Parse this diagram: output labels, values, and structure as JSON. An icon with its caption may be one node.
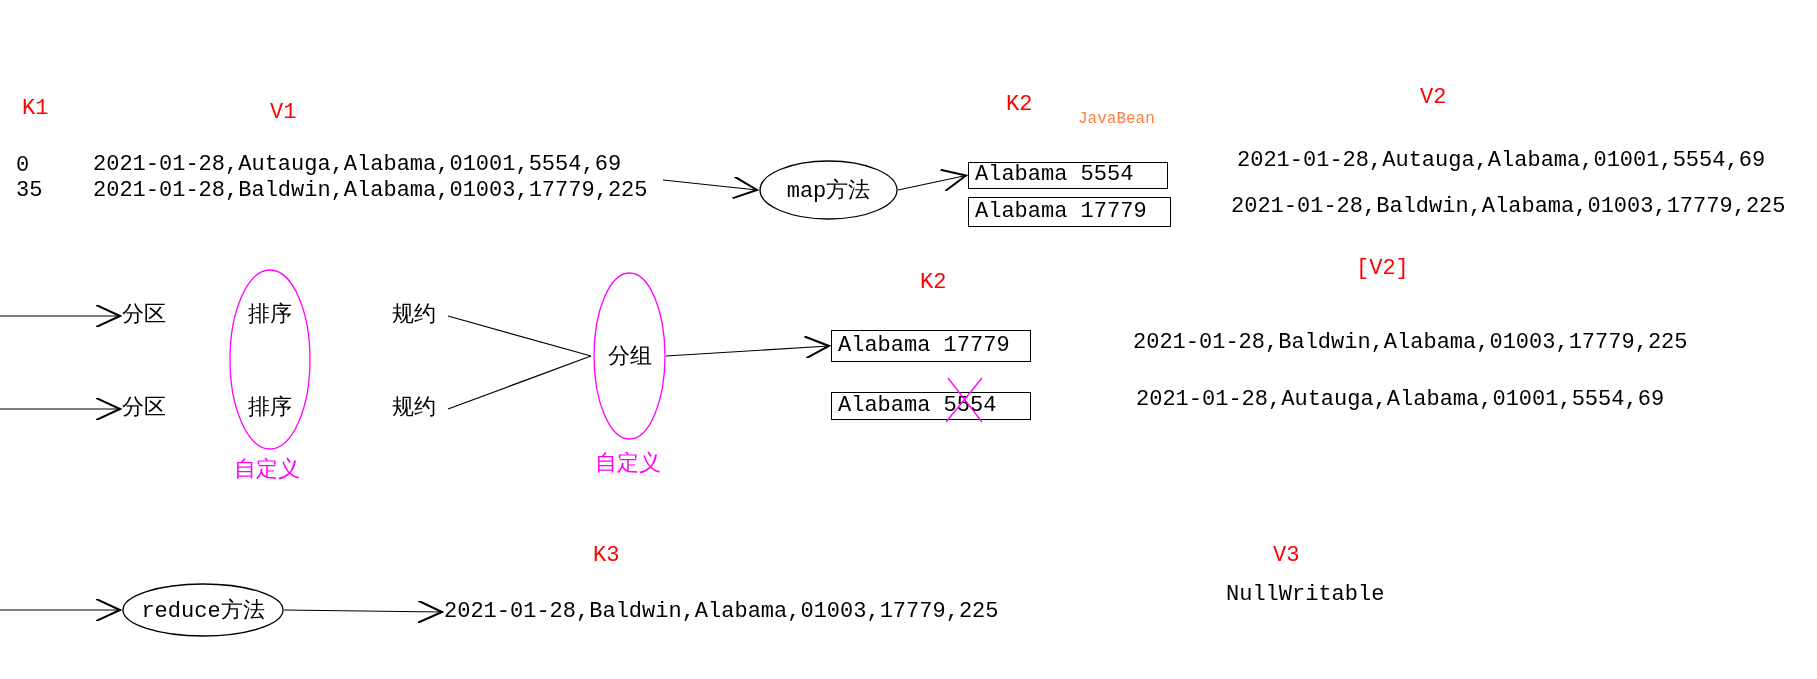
{
  "diagram": {
    "nodes": [
      {
        "text": [
          "2021-01-28,Autauga,Alabama,01001,5554,69",
          "2021-01-28,Baldwin,Alabama,01003,17779,225"
        ]
      },
      {
        "text": [
          "map方法"
        ]
      },
      {
        "text": [
          "Alabama 5554"
        ]
      },
      {
        "text": [
          "Alabama 17779"
        ]
      },
      {
        "text": [
          "分区"
        ]
      },
      {
        "text": [
          "分区"
        ]
      },
      {
        "text": [
          "排序",
          "排序"
        ],
        "beside": [
          "自定义"
        ]
      },
      {
        "text": [
          "规约"
        ]
      },
      {
        "text": [
          "规约"
        ]
      },
      {
        "text": [
          "分组"
        ],
        "beside": [
          "自定义"
        ]
      },
      {
        "text": [
          "Alabama 17779"
        ]
      },
      {
        "text": [
          "Alabama 5554"
        ]
      },
      {
        "text": [
          "reduce方法"
        ]
      },
      {
        "text": [
          "2021-01-28,Baldwin,Alabama,01003,17779,225"
        ]
      }
    ],
    "edges": [
      {
        "from": 0,
        "to": 1,
        "arrow": "to"
      },
      {
        "from": 1,
        "to": 2,
        "arrow": "to"
      },
      {
        "from": null,
        "to": 4,
        "arrow": "to"
      },
      {
        "from": null,
        "to": 5,
        "arrow": "to"
      },
      {
        "from": 7,
        "to": 9,
        "arrow": "none"
      },
      {
        "from": 8,
        "to": 9,
        "arrow": "none"
      },
      {
        "from": 9,
        "to": 10,
        "arrow": "to"
      },
      {
        "from": null,
        "to": 12,
        "arrow": "to"
      },
      {
        "from": 12,
        "to": 13,
        "arrow": "to"
      }
    ],
    "labels": [
      "K1",
      "V1",
      "K2",
      "JavaBean",
      "V2",
      "0",
      "35",
      "2021-01-28,Autauga,Alabama,01001,5554,69",
      "2021-01-28,Baldwin,Alabama,01003,17779,225",
      "K2",
      "[V2]",
      "2021-01-28,Baldwin,Alabama,01003,17779,225",
      "2021-01-28,Autauga,Alabama,01001,5554,69",
      "K3",
      "V3",
      "NullWritable"
    ]
  }
}
